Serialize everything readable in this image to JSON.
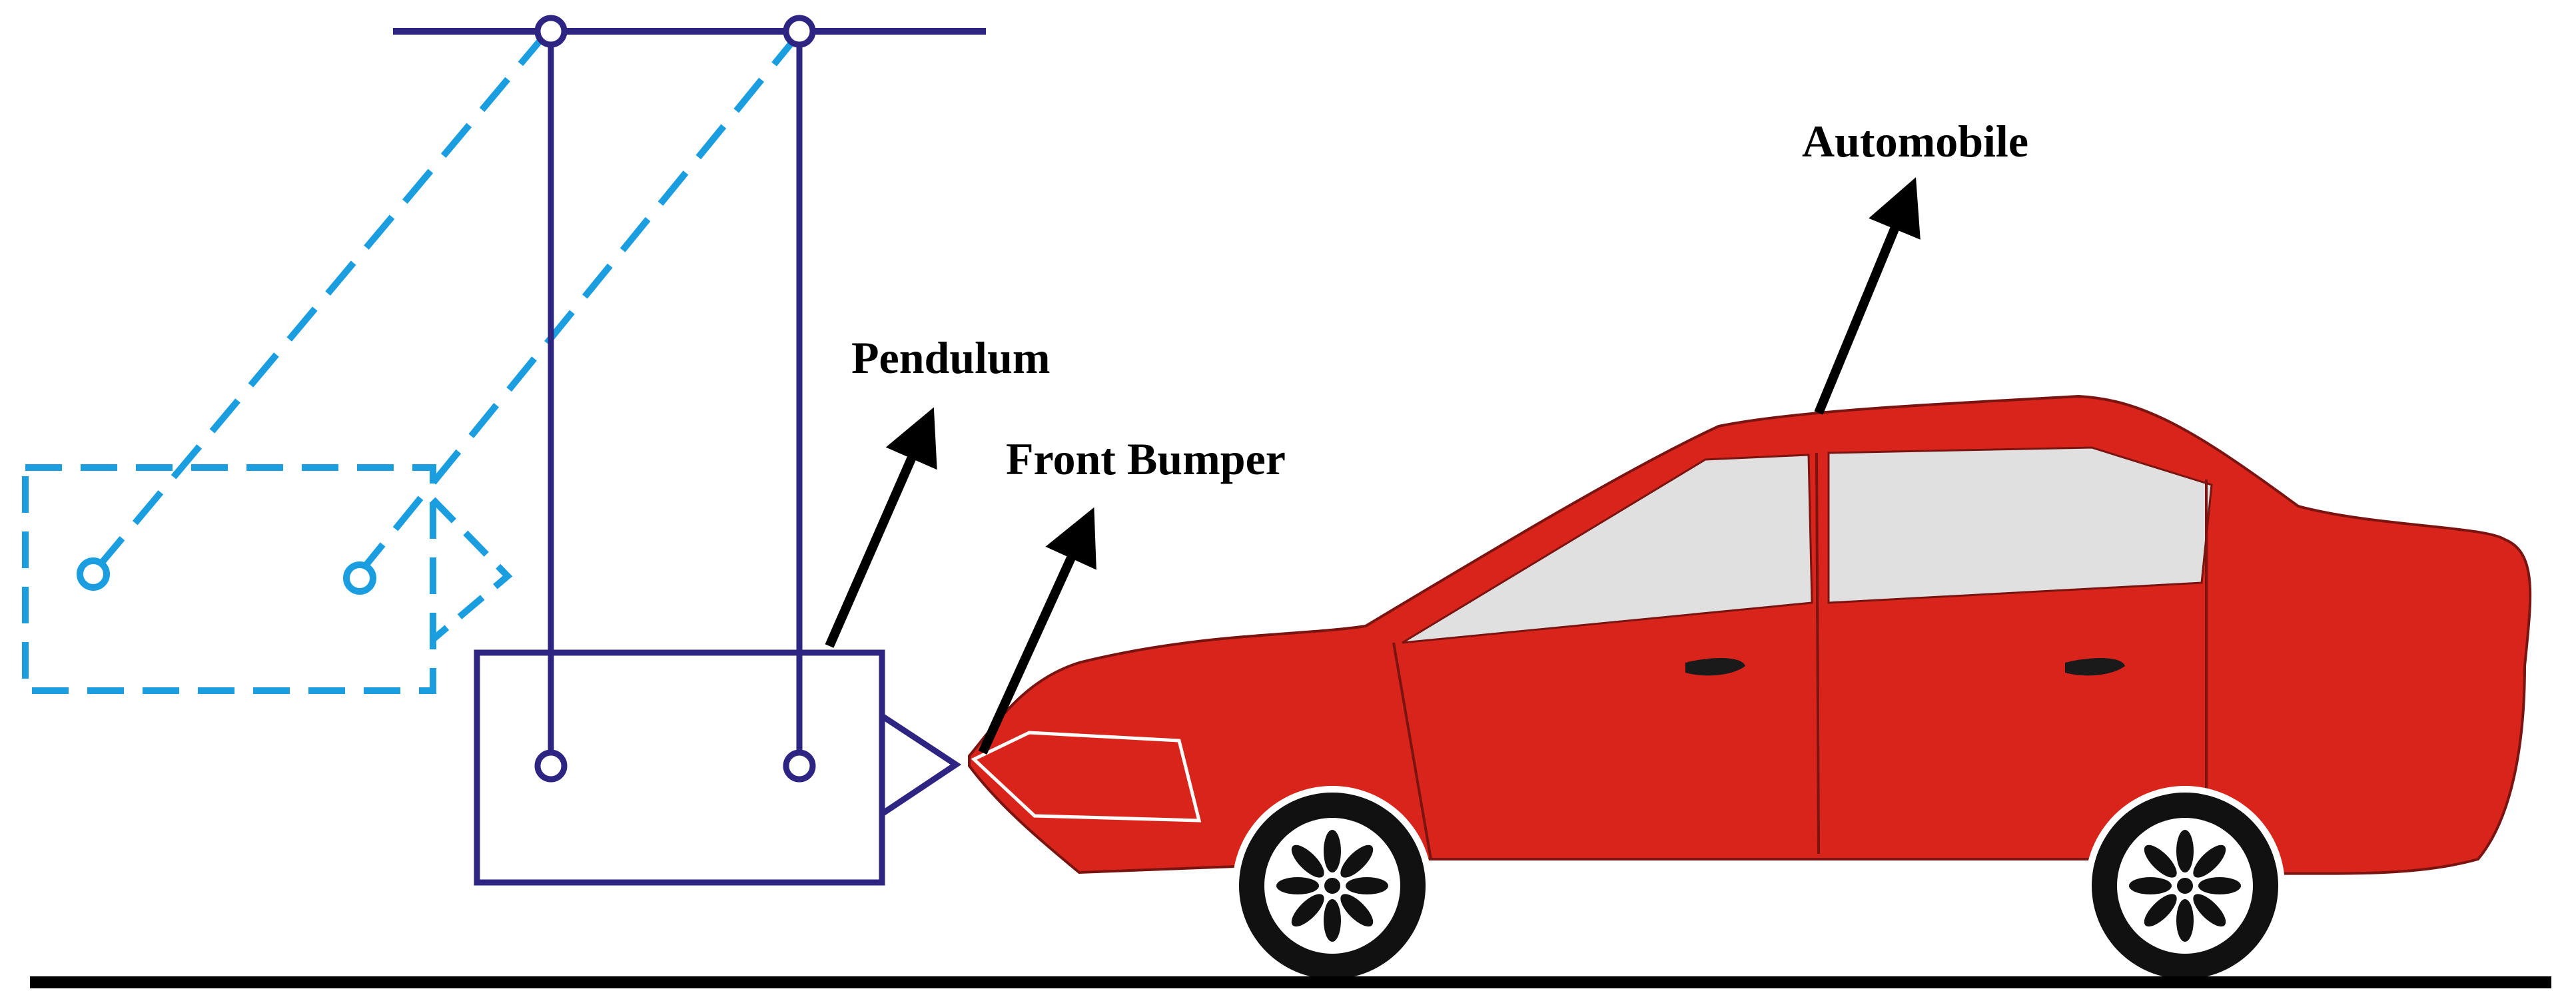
{
  "labels": {
    "pendulum": "Pendulum",
    "front_bumper": "Front Bumper",
    "automobile": "Automobile"
  },
  "colors": {
    "pendulum_rest": "#2e2481",
    "pendulum_swing": "#1a9ee0",
    "car_body": "#d9241c",
    "car_outline": "#7a1410",
    "window": "#e0e0e0",
    "tire": "#111111",
    "arrow": "#000000",
    "ground": "#000000"
  },
  "icons": {
    "pendulum_rest": "pendulum-icon",
    "pendulum_swing": "pendulum-swing-icon",
    "car": "car-icon",
    "wheel": "wheel-icon"
  }
}
